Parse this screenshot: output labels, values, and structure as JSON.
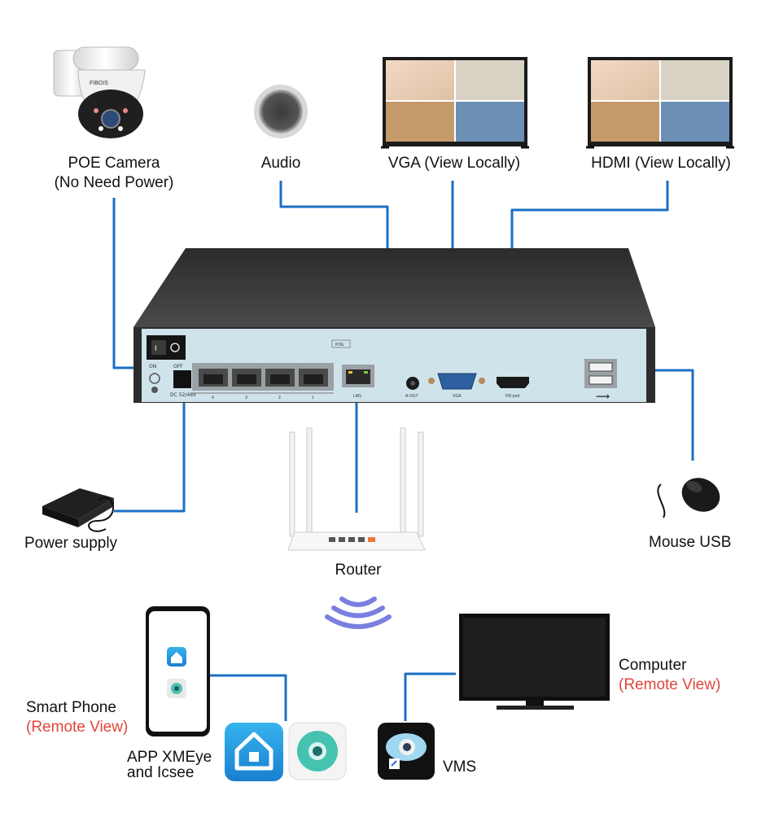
{
  "labels": {
    "poe_camera": "POE Camera",
    "poe_camera_sub": "(No Need Power)",
    "audio": "Audio",
    "vga": "VGA (View Locally)",
    "hdmi": "HDMI (View Locally)",
    "power_supply": "Power supply",
    "router": "Router",
    "mouse_usb": "Mouse USB",
    "smart_phone": "Smart Phone",
    "smart_phone_sub": "(Remote View)",
    "app": "APP XMEye",
    "app_sub": "and Icsee",
    "computer": "Computer",
    "computer_sub": "(Remote View)",
    "vms": "VMS"
  },
  "panel_text": {
    "on": "ON",
    "off": "OFF",
    "poe": "POE",
    "dc": "DC 52/48V",
    "lan": "LAN",
    "aout": "A-OUT",
    "vga": "VGA",
    "hd": "HD-port",
    "port_nums": [
      "4",
      "3",
      "2",
      "1"
    ],
    "camera_brand": "FIBOIS"
  },
  "colors": {
    "line": "#1a6fc4",
    "remote_text": "#e0453a",
    "wifi": "#7b7fe0",
    "nvr_panel": "#cfe3ea",
    "nvr_top": "#3a3a3a"
  }
}
